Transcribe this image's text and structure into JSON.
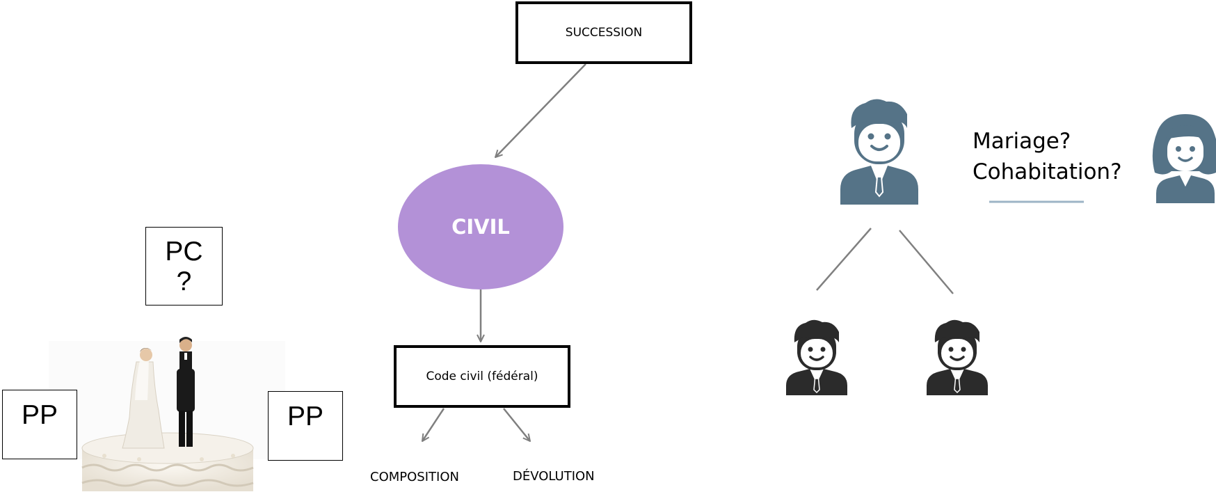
{
  "nodes": {
    "succession": "SUCCESSION",
    "civil": "CIVIL",
    "code_civil": "Code civil (fédéral)",
    "composition": "COMPOSITION",
    "devolution": "DÉVOLUTION",
    "pc_line1": "PC",
    "pc_line2": "?",
    "pp_left": "PP",
    "pp_right": "PP",
    "question_line1": "Mariage?",
    "question_line2": "Cohabitation?"
  },
  "colors": {
    "ellipse": "#B391D7",
    "ellipse_text": "#FFFFFF",
    "arrow": "#7F7F7F",
    "person_parent": "#557387",
    "person_child": "#2B2B2B",
    "separator": "#9DB4C6"
  },
  "icons": {
    "parent_male": "man-avatar-icon",
    "parent_female": "woman-avatar-icon",
    "child": "boy-avatar-icon",
    "wedding_image": "wedding-cake-couple-image"
  }
}
